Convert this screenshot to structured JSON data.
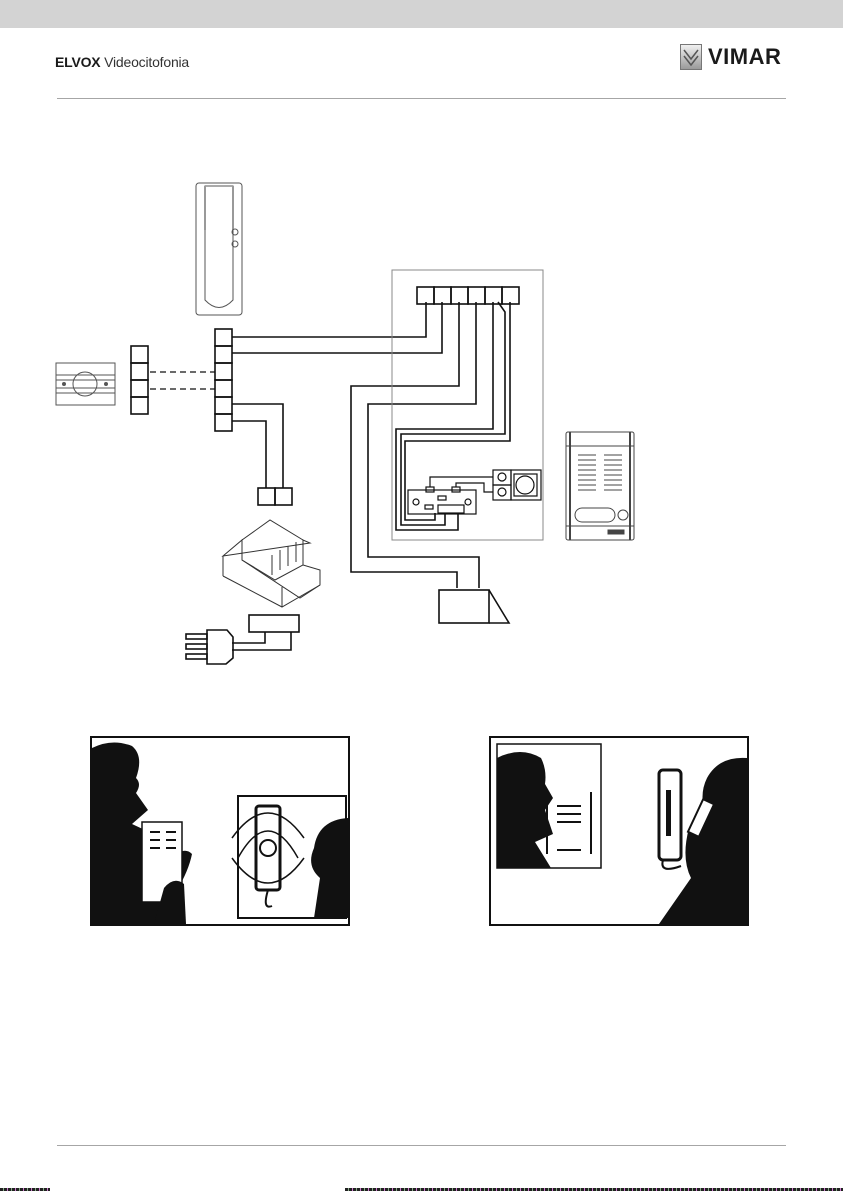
{
  "header": {
    "brand_bold": "ELVOX",
    "brand_light": "Videocitofonia",
    "logo_text": "VIMAR"
  },
  "diagram": {
    "title": "Wiring diagram",
    "components": [
      {
        "name": "Interior handset",
        "icon": "intercom-handset-icon"
      },
      {
        "name": "Bell / buzzer",
        "icon": "bell-icon"
      },
      {
        "name": "Terminal block 4-way",
        "icon": "terminal-block-icon"
      },
      {
        "name": "Terminal block 6-way",
        "icon": "terminal-block-icon"
      },
      {
        "name": "Power supply unit",
        "icon": "power-supply-icon"
      },
      {
        "name": "Mains plug",
        "icon": "plug-icon"
      },
      {
        "name": "Door lock",
        "icon": "door-lock-icon"
      },
      {
        "name": "Entrance panel",
        "icon": "door-panel-icon"
      }
    ]
  },
  "illustrations": [
    {
      "name": "Visitor pressing call button",
      "icon": "visitor-call-illustration"
    },
    {
      "name": "Resident answering handset",
      "icon": "resident-answer-illustration"
    }
  ],
  "colors": {
    "topbar": "#d3d3d3",
    "rule": "#a6a6a6",
    "ink": "#111111"
  }
}
